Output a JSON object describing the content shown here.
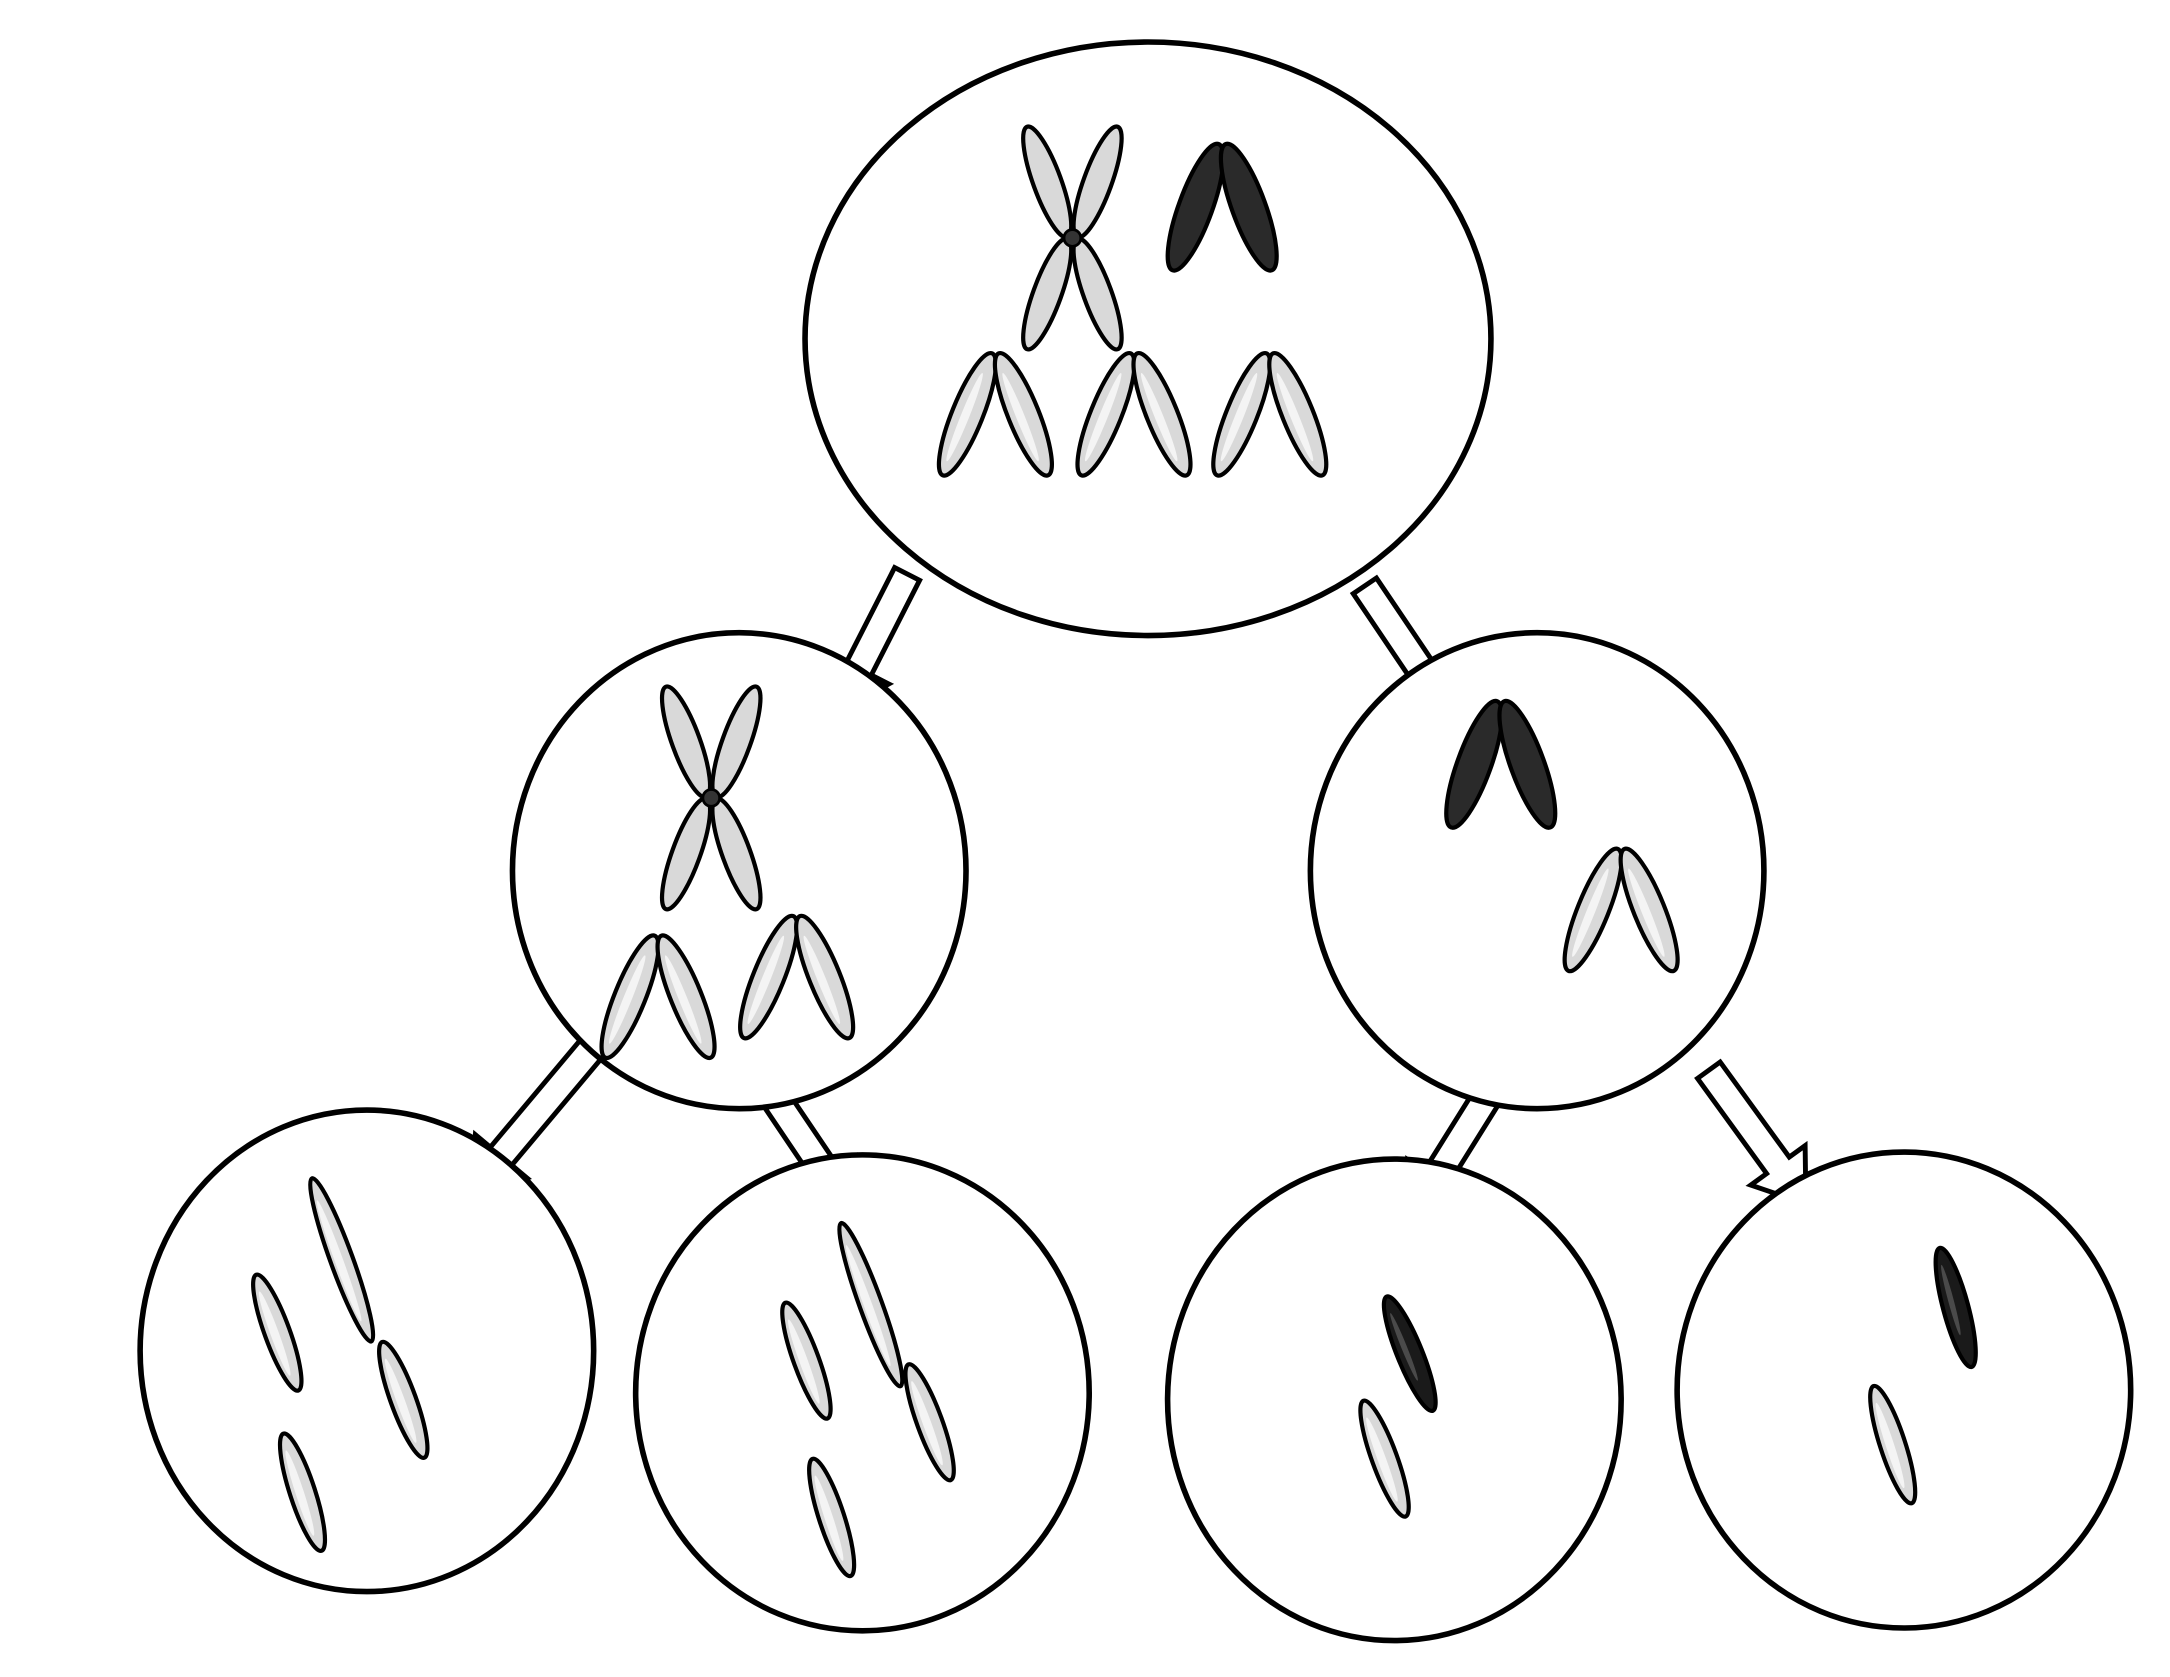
{
  "diagram": {
    "type": "cell-division",
    "colors": {
      "background": "#ffffff",
      "outline": "#000000",
      "light_chromosome": "#d9d9d9",
      "dark_chromosome": "#1a1a1a"
    },
    "cells": {
      "parent": {
        "contents": [
          "x-shaped-chromosome",
          "dark-v-chromosome",
          "v-chromosome",
          "v-chromosome",
          "v-chromosome"
        ]
      },
      "daughter_left": {
        "contents": [
          "x-shaped-chromosome",
          "v-chromosome",
          "v-chromosome"
        ]
      },
      "daughter_right": {
        "contents": [
          "dark-v-chromosome",
          "v-chromosome"
        ]
      },
      "grand_1": {
        "contents": [
          "chromatid",
          "chromatid",
          "chromatid",
          "chromatid"
        ]
      },
      "grand_2": {
        "contents": [
          "chromatid",
          "chromatid",
          "chromatid",
          "chromatid"
        ]
      },
      "grand_3": {
        "contents": [
          "dark-chromatid",
          "chromatid"
        ]
      },
      "grand_4": {
        "contents": [
          "dark-chromatid",
          "chromatid"
        ]
      }
    },
    "arrows": [
      {
        "from": "parent",
        "to": "daughter_left"
      },
      {
        "from": "parent",
        "to": "daughter_right"
      },
      {
        "from": "daughter_left",
        "to": "grand_1"
      },
      {
        "from": "daughter_left",
        "to": "grand_2"
      },
      {
        "from": "daughter_right",
        "to": "grand_3"
      },
      {
        "from": "daughter_right",
        "to": "grand_4"
      }
    ]
  }
}
